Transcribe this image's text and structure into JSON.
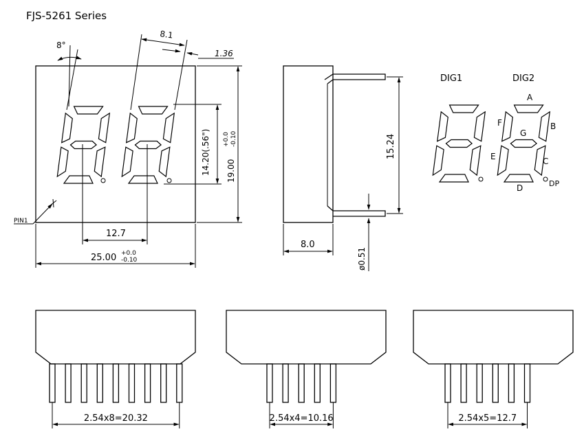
{
  "title": "FJS-5261  Series",
  "front": {
    "angle": "8°",
    "pitch_top": "8.1",
    "seg_width": "1.36",
    "height_char": "14.20(.56\")",
    "height_body": "19.00",
    "height_tol_plus": "+0.0",
    "height_tol_minus": "-0.10",
    "digit_pitch": "12.7",
    "width_body": "25.00",
    "width_tol_plus": "+0.0",
    "width_tol_minus": "-0.10",
    "pin1": "PIN1"
  },
  "side": {
    "pin_len": "15.24",
    "depth": "8.0",
    "pin_dia": "ø0.51"
  },
  "labels": {
    "dig1": "DIG1",
    "dig2": "DIG2",
    "a": "A",
    "b": "B",
    "c": "C",
    "d": "D",
    "e": "E",
    "f": "F",
    "g": "G",
    "dp": "DP"
  },
  "pins": [
    {
      "count": 9,
      "dim": "2.54x8=20.32"
    },
    {
      "count": 5,
      "dim": "2.54x4=10.16"
    },
    {
      "count": 6,
      "dim": "2.54x5=12.7"
    }
  ]
}
